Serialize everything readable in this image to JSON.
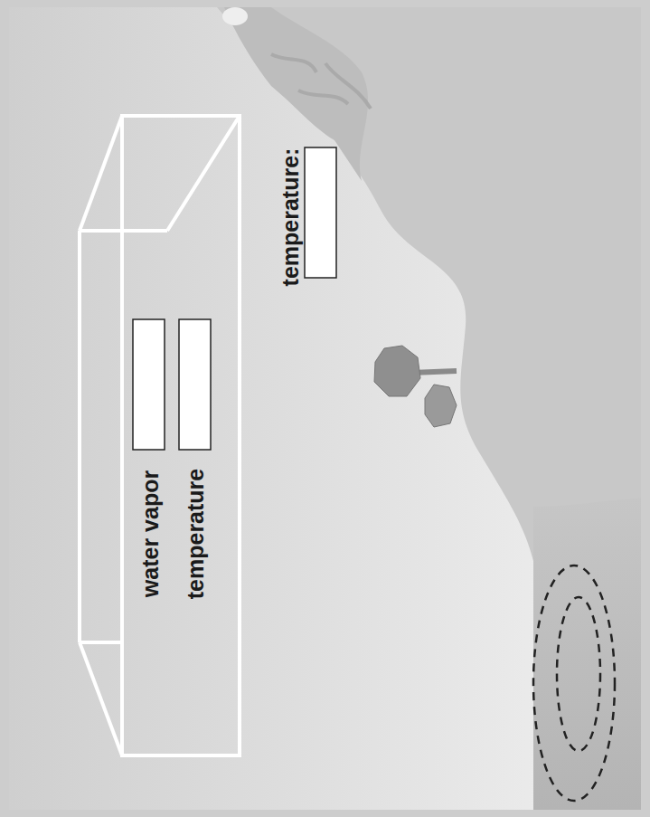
{
  "diagram": {
    "nodes": [
      {
        "text": [
          "water vapor",
          "temperature"
        ]
      }
    ],
    "labels": [
      "temperature:"
    ]
  }
}
